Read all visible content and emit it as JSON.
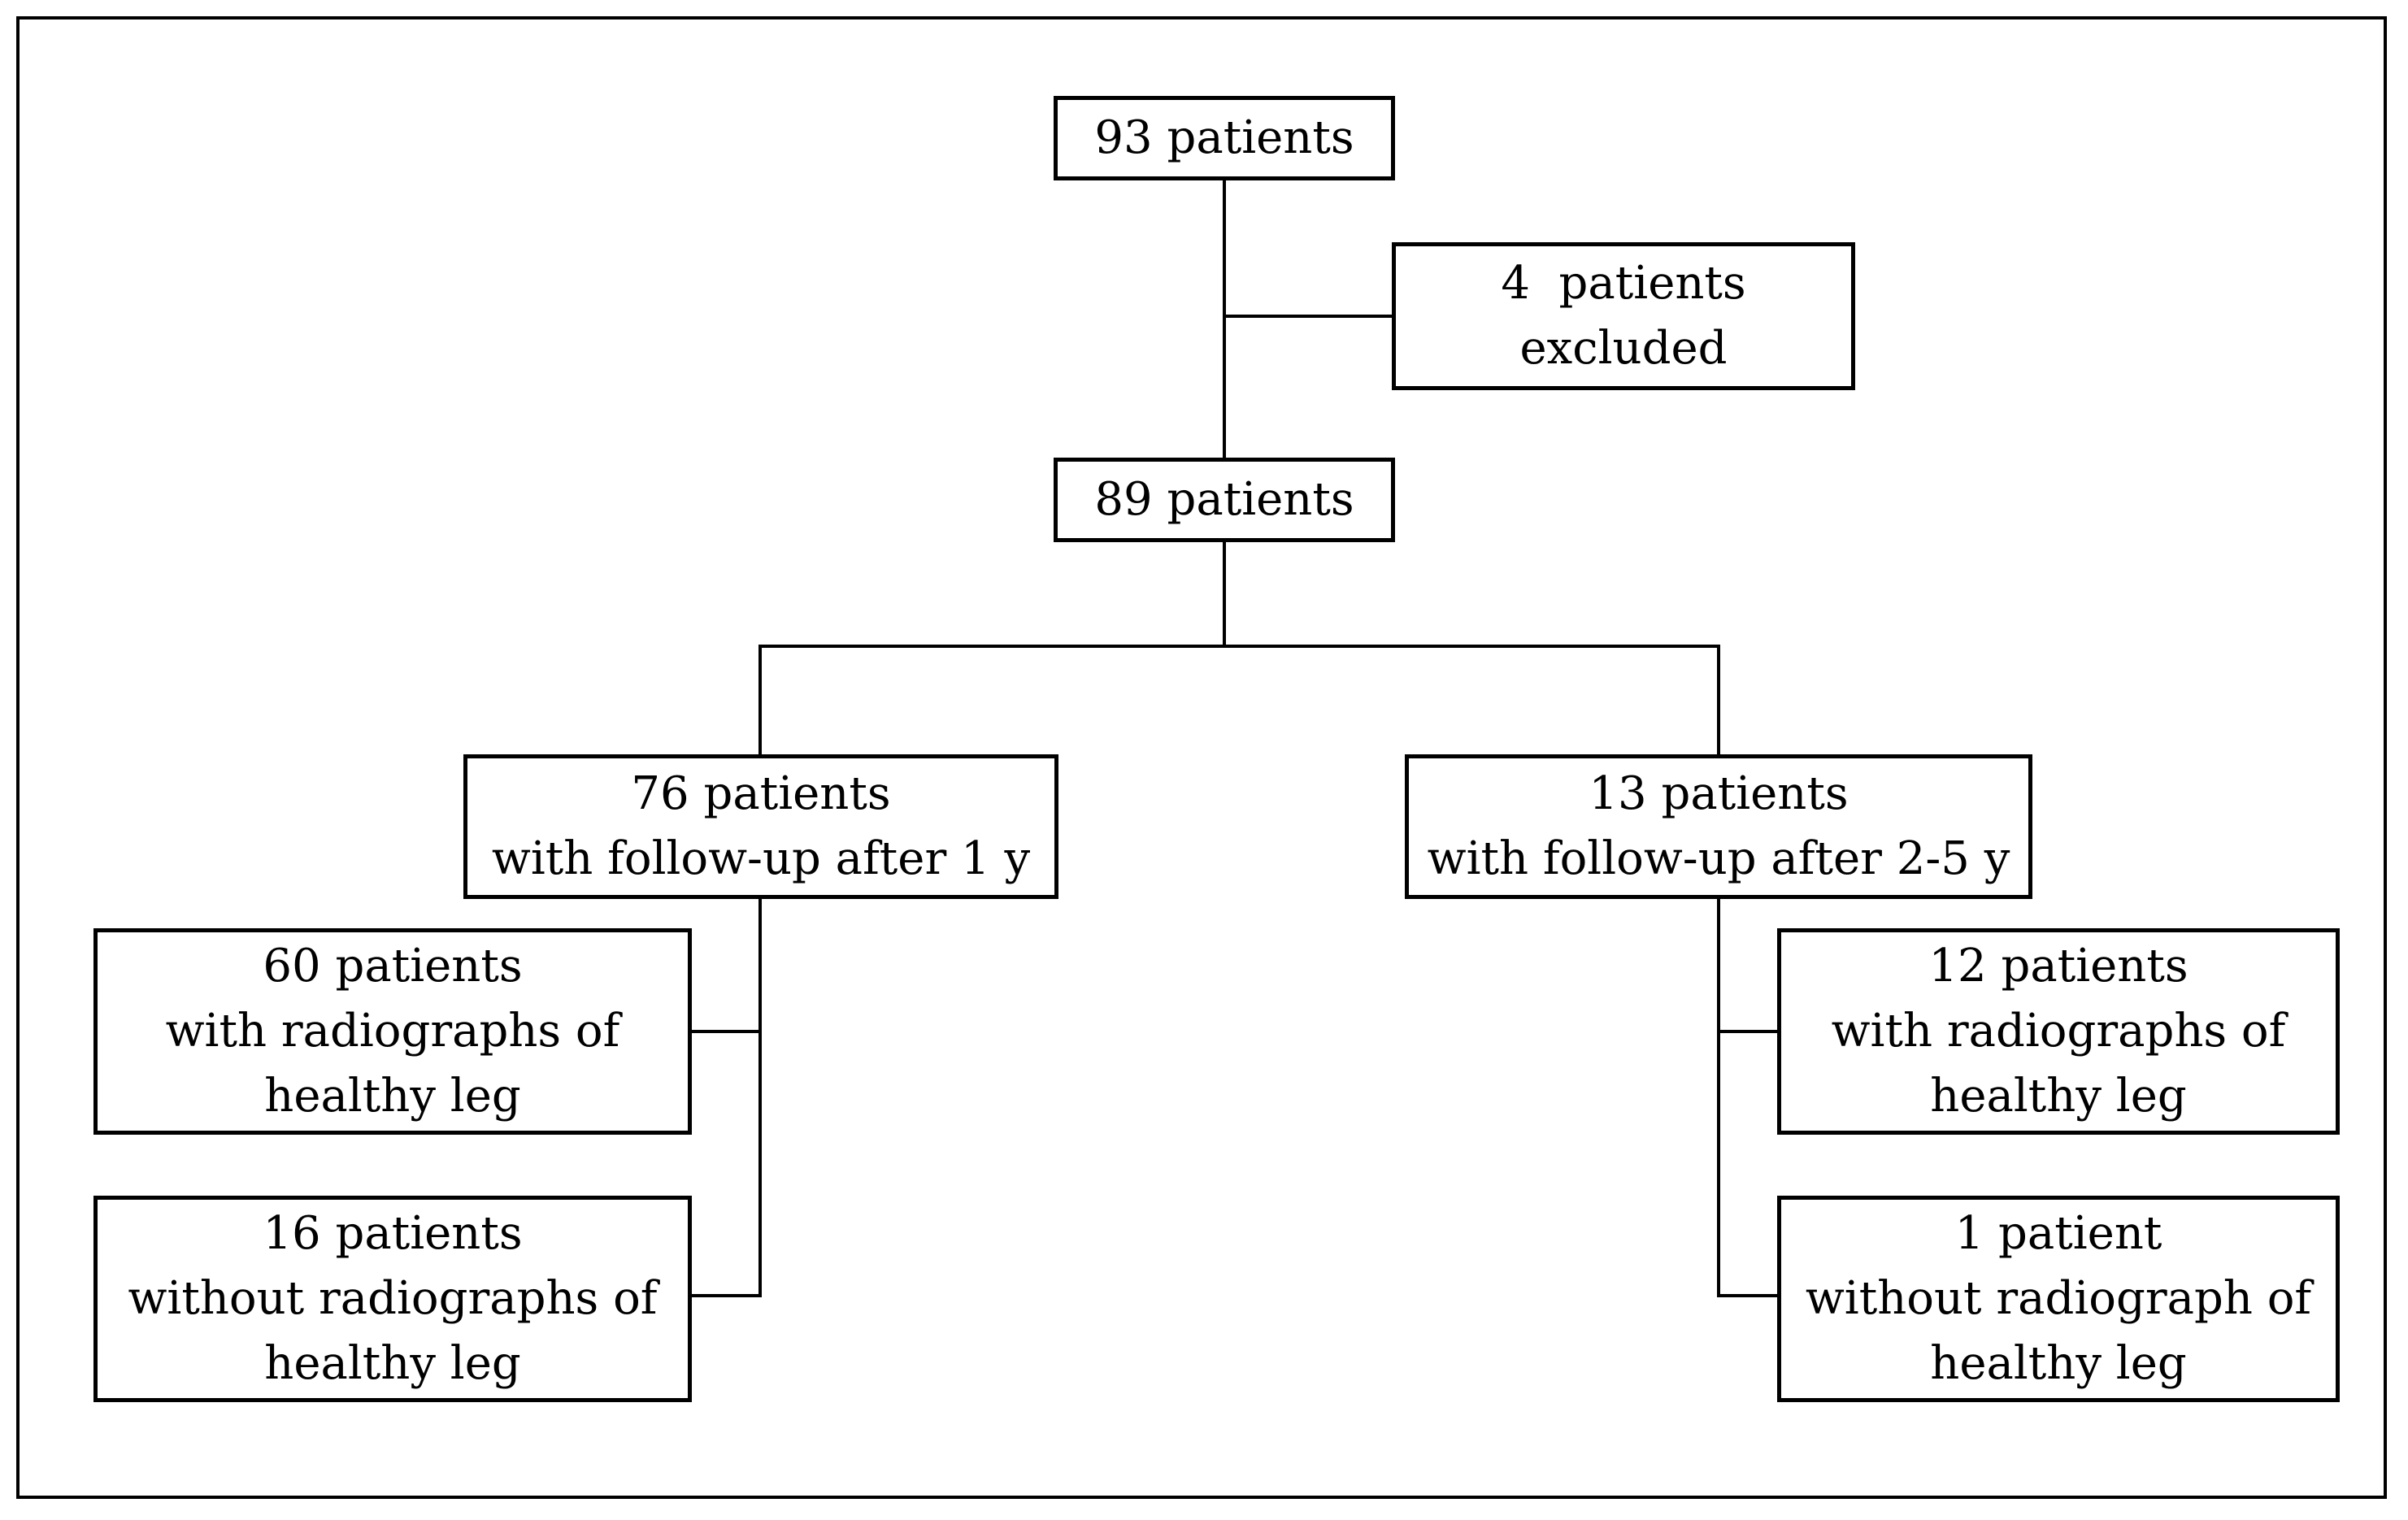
{
  "diagram": {
    "type": "patient-flowchart",
    "background_color": "#ffffff",
    "line_color": "#000000",
    "text_color": "#000000",
    "nodes": {
      "total": {
        "text": "93 patients"
      },
      "excluded": {
        "text": "4  patients\nexcluded"
      },
      "included": {
        "text": "89 patients"
      },
      "followup_1y": {
        "text": "76 patients\nwith follow-up after 1 y"
      },
      "followup_2_5y": {
        "text": "13 patients\nwith follow-up after 2-5 y"
      },
      "with_radiographs_1y": {
        "text": "60 patients\nwith radiographs of\nhealthy leg"
      },
      "without_radiographs_1y": {
        "text": "16 patients\nwithout radiographs of\nhealthy leg"
      },
      "with_radiographs_2_5y": {
        "text": "12 patients\nwith radiographs of\nhealthy leg"
      },
      "without_radiograph_2_5y": {
        "text": "1 patient\nwithout radiograph of\nhealthy leg"
      }
    },
    "edges": [
      {
        "from": "total",
        "to": "excluded"
      },
      {
        "from": "total",
        "to": "included"
      },
      {
        "from": "included",
        "to": "followup_1y"
      },
      {
        "from": "included",
        "to": "followup_2_5y"
      },
      {
        "from": "followup_1y",
        "to": "with_radiographs_1y"
      },
      {
        "from": "followup_1y",
        "to": "without_radiographs_1y"
      },
      {
        "from": "followup_2_5y",
        "to": "with_radiographs_2_5y"
      },
      {
        "from": "followup_2_5y",
        "to": "without_radiograph_2_5y"
      }
    ]
  }
}
